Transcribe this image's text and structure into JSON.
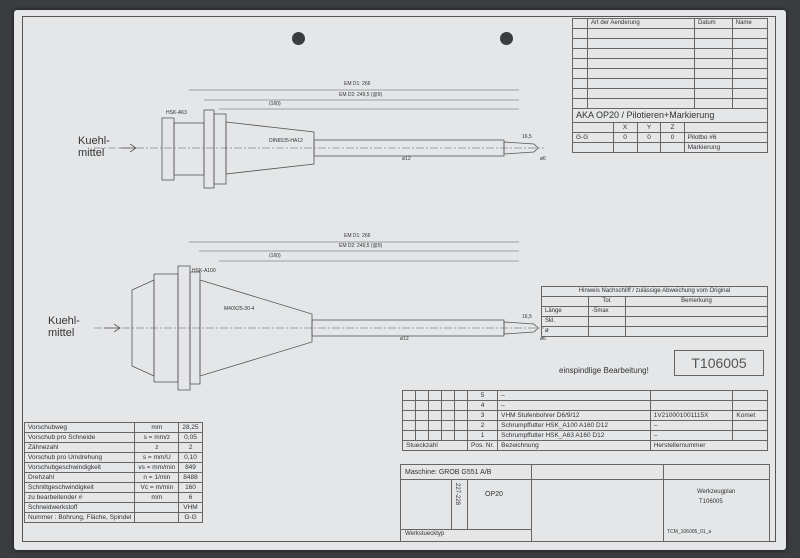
{
  "drawing": {
    "kuehlmittel_top": [
      "Kuehl-",
      "mittel"
    ],
    "kuehlmittel_bottom": [
      "Kuehl-",
      "mittel"
    ],
    "view1": {
      "em_d1": "EM D1: 266",
      "em_d2": "EM D2: 249,5 (@9)",
      "dim_160": "(160)",
      "dim_165": "16,5",
      "hsk": "HSK-A63",
      "din": "DIN6535-HA12",
      "d12": "ø12",
      "d6": "ø6"
    },
    "view2": {
      "em_d1": "EM D1: 266",
      "em_d2": "EM D2: 249,5 (@9)",
      "dim_160": "(160)",
      "dim_165": "16,5",
      "hsk": "HSK-A100",
      "thread": "M40X25-30-4",
      "d12": "ø12",
      "d6": "ø6"
    }
  },
  "revision": {
    "headers": [
      "",
      "Art der Aenderung",
      "Datum",
      "Name"
    ]
  },
  "aka": {
    "title": "AKA OP20 / Pilotieren+Markierung",
    "header": [
      "",
      "X",
      "Y",
      "Z",
      ""
    ],
    "rows": [
      [
        "G-G",
        "0",
        "0",
        "0",
        "Pilotbo #6"
      ],
      [
        "",
        "",
        "",
        "",
        "Markierung"
      ]
    ]
  },
  "hinweis": {
    "title": "Hinweis Nachschliff / zulässige Abweichung vom Original",
    "header": [
      "",
      "Tol.",
      "Bemerkung"
    ],
    "rows": [
      [
        "Länge",
        "-5max",
        ""
      ],
      [
        "Skl.",
        "",
        ""
      ],
      [
        "ø",
        "",
        ""
      ]
    ]
  },
  "note": "einspindlige Bearbeitung!",
  "tcode": "T106005",
  "parts": {
    "rows": [
      [
        "5",
        "–",
        "",
        ""
      ],
      [
        "4",
        "–",
        "",
        ""
      ],
      [
        "3",
        "VHM Stufenbohrer D6/9/12",
        "1V210001001115X",
        "Komet"
      ],
      [
        "2",
        "Schrumpffutter HSK_A100 A160 D12",
        "–",
        ""
      ],
      [
        "1",
        "Schrumpffutter HSK_A63 A160 D12",
        "–",
        ""
      ]
    ],
    "header": [
      "Stueckzahl",
      "Pos. Nr.",
      "Bezeichnung",
      "Herstellernummer"
    ]
  },
  "params": {
    "rows": [
      [
        "Vorschubweg",
        "mm",
        "28,25"
      ],
      [
        "Vorschub pro Schneide",
        "s = mm/z",
        "0,05"
      ],
      [
        "Zähnezahl",
        "z",
        "2"
      ],
      [
        "Vorschub pro Umdrehung",
        "s = mm/U",
        "0,10"
      ],
      [
        "Vorschubgeschwindigkeit",
        "vs = mm/min",
        "849"
      ],
      [
        "Drehzahl",
        "n = 1/min",
        "8488"
      ],
      [
        "Schnittgeschwindigkeit",
        "Vc = m/min",
        "160"
      ],
      [
        "zu bearbeitender #",
        "mm",
        "6"
      ],
      [
        "Schneidwerkstoff",
        "",
        "VHM"
      ],
      [
        "Nummer : Bohrung, Fläche, Spindel",
        "",
        "G-G"
      ]
    ]
  },
  "title_block": {
    "machine": "Maschine: GROB G551 A/B",
    "part_no": "227-228",
    "op": "OP20",
    "werkstuecktyp": "Werkstuecktyp",
    "name": "Werkzeugplan",
    "number": "T106005",
    "file": "TCM_106005_01_a"
  }
}
